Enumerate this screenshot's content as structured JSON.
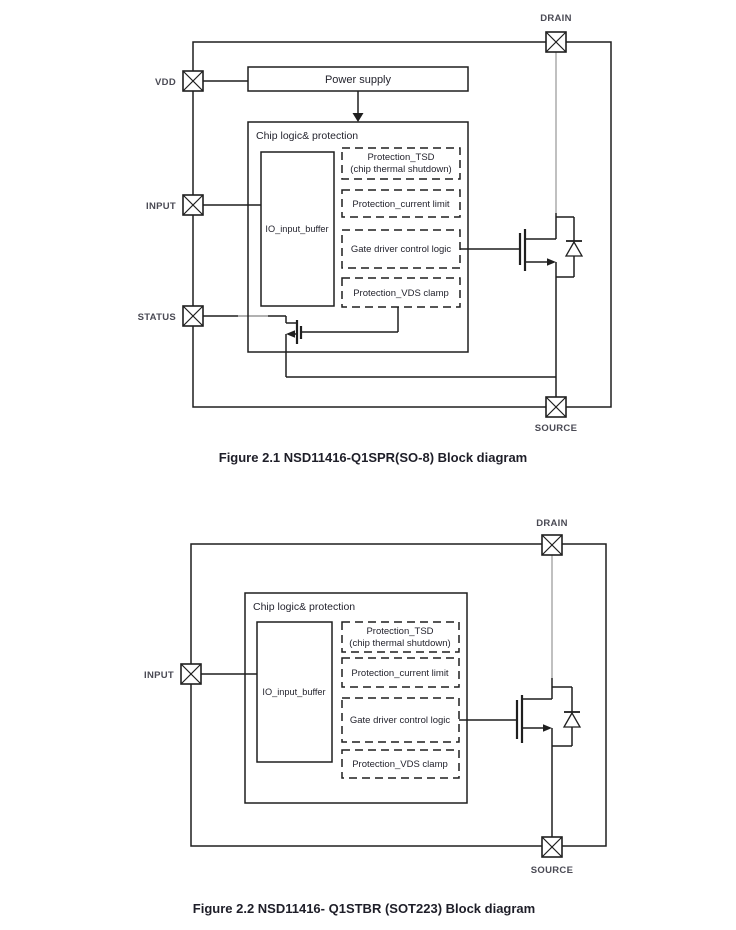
{
  "figure1": {
    "caption": "Figure 2.1 NSD11416-Q1SPR(SO-8) Block diagram",
    "terminals": {
      "drain": "DRAIN",
      "vdd": "VDD",
      "input": "INPUT",
      "status": "STATUS",
      "source": "SOURCE"
    },
    "blocks": {
      "power_supply": "Power supply",
      "chip_logic": "Chip logic& protection",
      "io_buffer": "IO_input_buffer",
      "tsd1": "Protection_TSD",
      "tsd2": "(chip thermal shutdown)",
      "current_limit": "Protection_current limit",
      "gate_driver": "Gate driver control logic",
      "vds_clamp": "Protection_VDS clamp"
    }
  },
  "figure2": {
    "caption": "Figure 2.2 NSD11416- Q1STBR (SOT223) Block diagram",
    "terminals": {
      "drain": "DRAIN",
      "input": "INPUT",
      "source": "SOURCE"
    },
    "blocks": {
      "chip_logic": "Chip logic& protection",
      "io_buffer": "IO_input_buffer",
      "tsd1": "Protection_TSD",
      "tsd2": "(chip thermal shutdown)",
      "current_limit": "Protection_current limit",
      "gate_driver": "Gate driver control logic",
      "vds_clamp": "Protection_VDS clamp"
    }
  },
  "colors": {
    "line": "#1f1f1f",
    "gray_line": "#ababab",
    "text": "#24242e"
  }
}
